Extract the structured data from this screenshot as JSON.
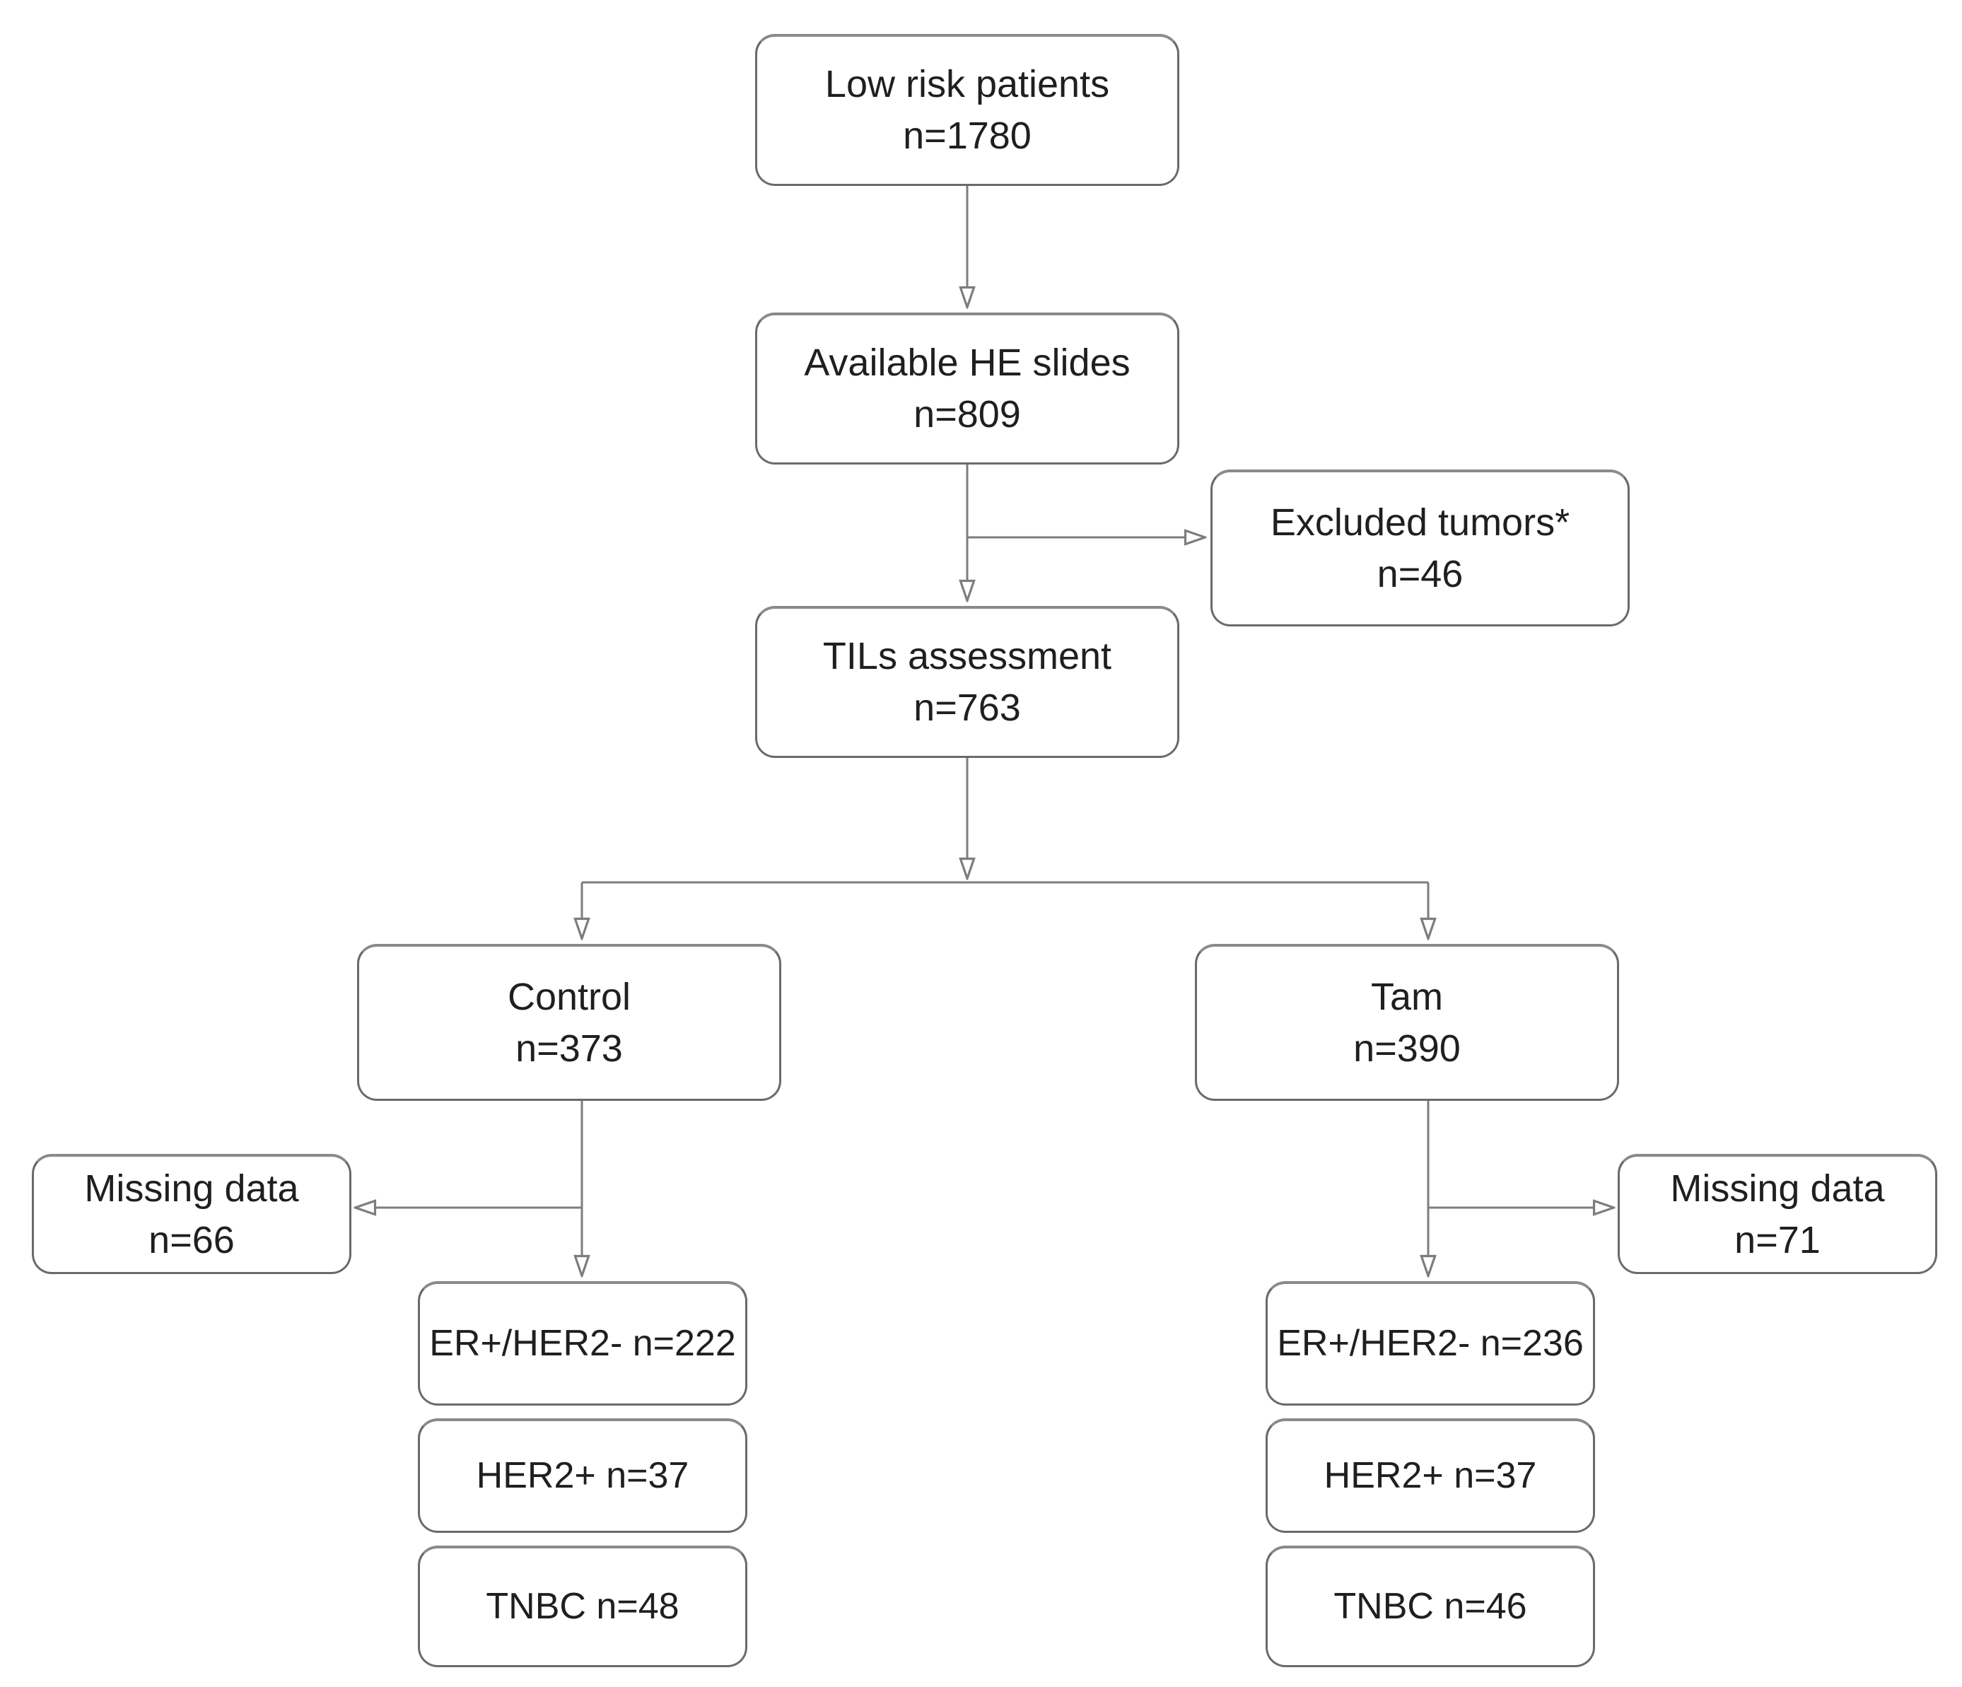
{
  "diagram": {
    "background": "#ffffff",
    "line_color": "#7d7d7d",
    "border_color": "#6a6a6a",
    "text_color": "#1f1f1f",
    "nodes": {
      "low_risk": {
        "label": "Low risk patients",
        "count": "n=1780"
      },
      "available_he": {
        "label": "Available HE slides",
        "count": "n=809"
      },
      "excluded": {
        "label": "Excluded tumors*",
        "count": "n=46"
      },
      "tils": {
        "label": "TILs assessment",
        "count": "n=763"
      },
      "control": {
        "label": "Control",
        "count": "n=373"
      },
      "tam": {
        "label": "Tam",
        "count": "n=390"
      },
      "missing_control": {
        "label": "Missing data",
        "count": "n=66"
      },
      "missing_tam": {
        "label": "Missing data",
        "count": "n=71"
      },
      "er_control": {
        "label": "ER+/HER2- n=222"
      },
      "her2_control": {
        "label": "HER2+ n=37"
      },
      "tnbc_control": {
        "label": "TNBC n=48"
      },
      "er_tam": {
        "label": "ER+/HER2- n=236"
      },
      "her2_tam": {
        "label": "HER2+ n=37"
      },
      "tnbc_tam": {
        "label": "TNBC n=46"
      }
    }
  }
}
